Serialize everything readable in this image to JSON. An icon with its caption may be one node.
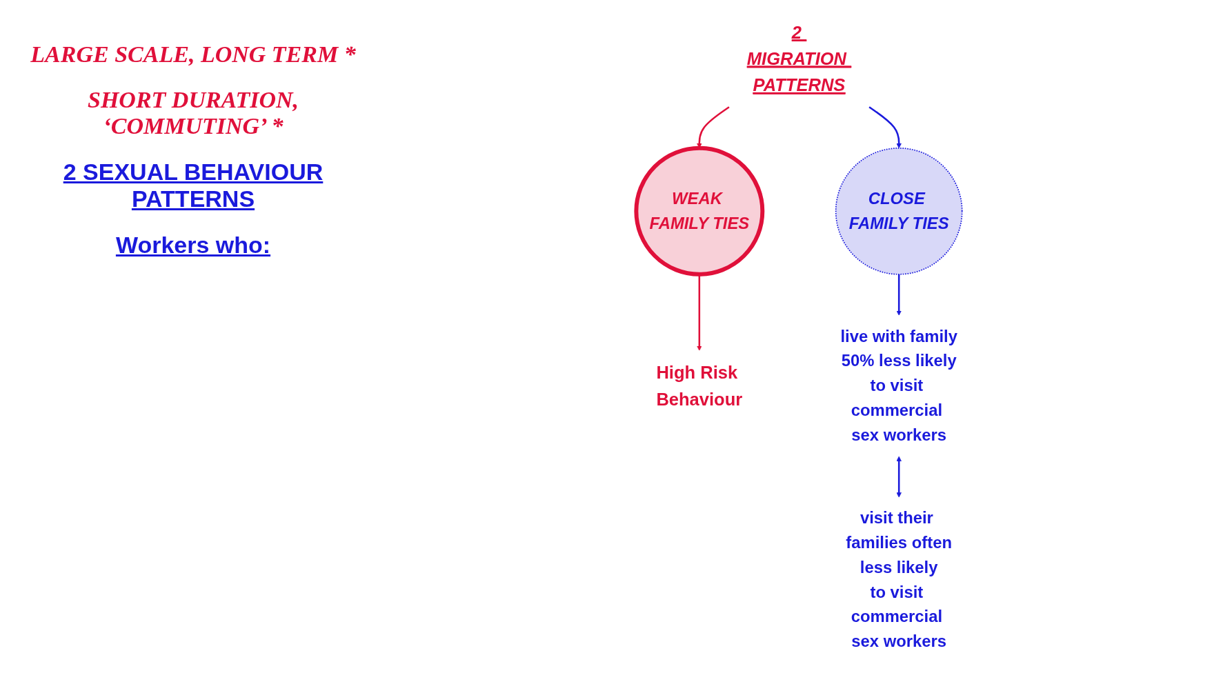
{
  "diagram": {
    "nodes": [
      {
        "text": [
          "2 MIGRATION PATTERNS"
        ]
      },
      {
        "text": [
          "CLOSE FAMILY TIES"
        ]
      },
      {
        "text": [
          "WEAK FAMILY TIES"
        ]
      },
      {
        "text": [
          "High Risk Behaviour"
        ]
      },
      {
        "text": [
          "live with family",
          "50% less likely",
          "to visit commercial sex workers"
        ]
      },
      {
        "text": [
          "visit their families often",
          "less likely",
          "to visit commercial sex workers"
        ]
      }
    ],
    "edges": [
      {
        "from": 0,
        "to": 1,
        "arrow": "to"
      },
      {
        "from": 0,
        "to": 2,
        "arrow": "to",
        "color": "#e0103a"
      },
      {
        "from": 2,
        "to": 3,
        "arrow": "to",
        "color": "#e0103a"
      },
      {
        "from": 1,
        "to": 4,
        "arrow": "to"
      },
      {
        "from": 4,
        "to": 5,
        "arrow": "both"
      }
    ],
    "labels": [
      "LARGE SCALE, LONG TERM *",
      "SHORT DURATION, ‘COMMUTING’ *",
      "2 SEXUAL BEHAVIOUR PATTERNS",
      "Workers who:"
    ]
  }
}
